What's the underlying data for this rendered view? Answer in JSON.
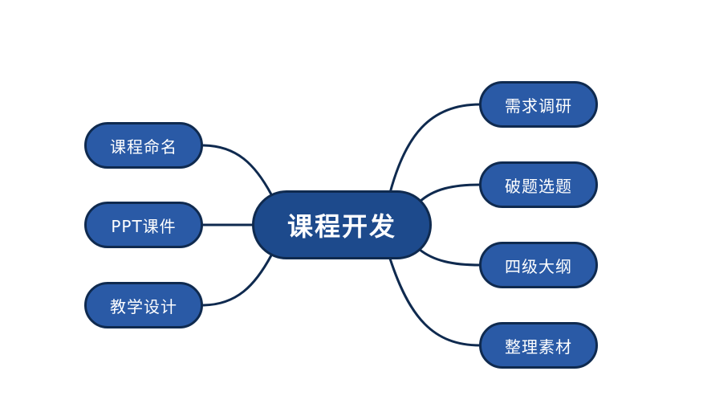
{
  "center": {
    "label": "课程开发"
  },
  "left": [
    {
      "label": "课程命名"
    },
    {
      "label": "PPT课件"
    },
    {
      "label": "教学设计"
    }
  ],
  "right": [
    {
      "label": "需求调研"
    },
    {
      "label": "破题选题"
    },
    {
      "label": "四级大纲"
    },
    {
      "label": "整理素材"
    }
  ],
  "colors": {
    "node_fill": "#2a5aa6",
    "center_fill": "#1d4a8c",
    "border": "#0f2a4f",
    "connector": "#0f2a4f",
    "text": "#ffffff"
  }
}
